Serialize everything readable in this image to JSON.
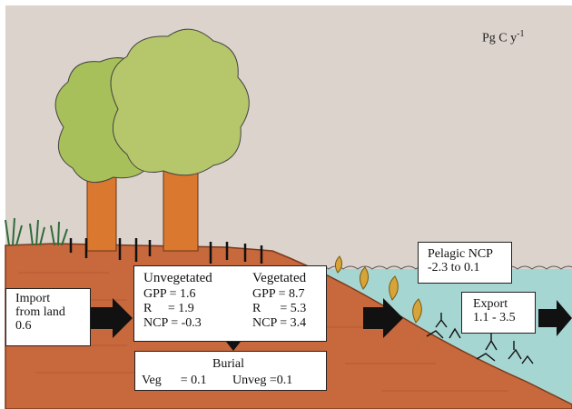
{
  "units": {
    "base": "Pg C y",
    "exp": "-1"
  },
  "import": {
    "lines": [
      "Import",
      "from land",
      "0.6"
    ]
  },
  "unvegetated": {
    "title": "Unvegetated",
    "lines": [
      "GPP = 1.6",
      "R     = 1.9",
      "NCP = -0.3"
    ]
  },
  "vegetated": {
    "title": "Vegetated",
    "lines": [
      "GPP = 8.7",
      "R      = 5.3",
      "NCP = 3.4"
    ]
  },
  "burial": {
    "title": "Burial",
    "veg": "Veg      = 0.1",
    "unveg": "Unveg =0.1"
  },
  "pelagic": {
    "title": "Pelagic NCP",
    "value": "-2.3 to 0.1"
  },
  "export": {
    "title": "Export",
    "value": "1.1 - 3.5"
  },
  "colors": {
    "paper": "#d9d0c8",
    "sediment": "#c96a3e",
    "water": "#9fd3d0",
    "trunk": "#d9782e",
    "canopy": "#a9bf5a",
    "arrow": "#111111"
  }
}
